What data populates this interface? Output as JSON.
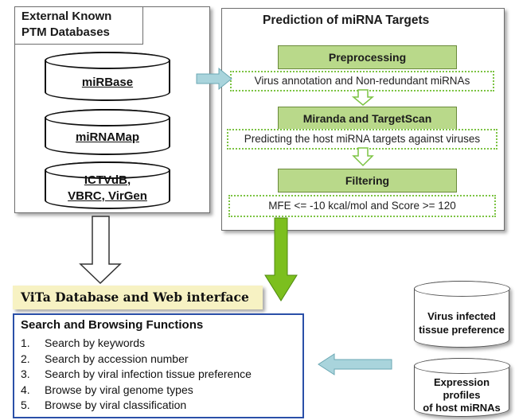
{
  "ptm_panel": {
    "title_line1": "External Known",
    "title_line2": "PTM Databases",
    "databases": [
      "miRBase",
      "miRNAMap",
      "ICTVdB,",
      "VBRC, VirGen"
    ]
  },
  "prediction_panel": {
    "title": "Prediction of miRNA Targets",
    "steps": [
      {
        "label": "Preprocessing",
        "detail": "Virus annotation and Non-redundant miRNAs"
      },
      {
        "label": "Miranda and TargetScan",
        "detail": "Predicting the host miRNA targets against viruses"
      },
      {
        "label": "Filtering",
        "detail": "MFE <= -10 kcal/mol and Score >= 120"
      }
    ]
  },
  "vita": {
    "title": "ViTa Database and Web interface"
  },
  "search": {
    "heading": "Search and Browsing Functions",
    "items": [
      {
        "num": "1.",
        "text": "Search by keywords"
      },
      {
        "num": "2.",
        "text": "Search by accession number"
      },
      {
        "num": "3.",
        "text": "Search by viral infection tissue preference"
      },
      {
        "num": "4.",
        "text": "Browse by viral genome types"
      },
      {
        "num": "5.",
        "text": "Browse by viral classification"
      }
    ]
  },
  "right_databases": {
    "tissue_line1": "Virus infected",
    "tissue_line2": "tissue preference",
    "expr_line1": "Expression",
    "expr_line2": "profiles",
    "expr_line3": "of host miRNAs"
  },
  "colors": {
    "step_fill": "#b9d98a",
    "dotted_border": "#7cc342",
    "vita_fill": "#f7f2c3",
    "search_border": "#2a4fa8",
    "cyan_arrow": "#a9d4dc",
    "green_arrow": "#7cbf1e"
  }
}
